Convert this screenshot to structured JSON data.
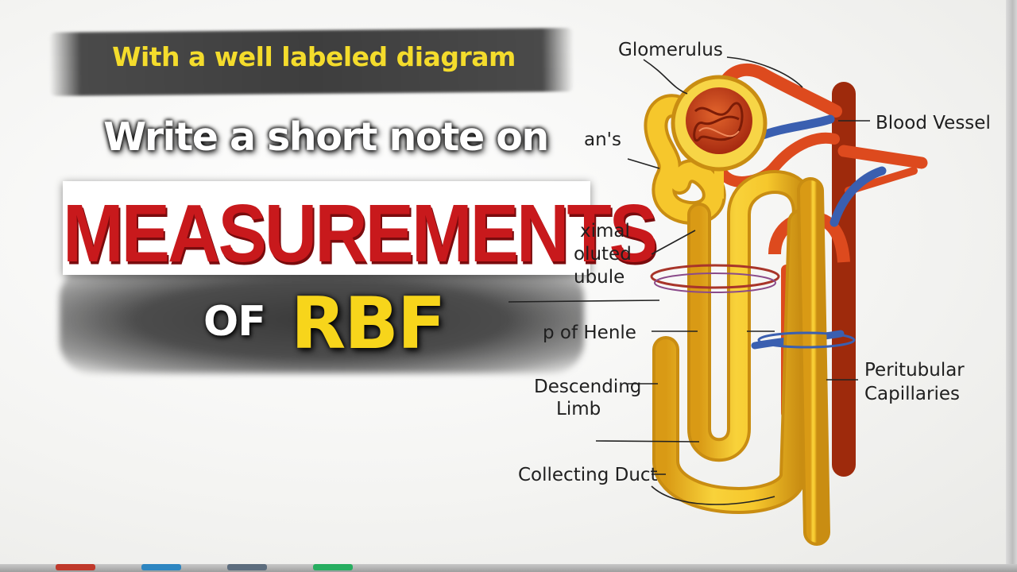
{
  "title": {
    "subtitle": "With a well labeled diagram",
    "line1": "Write a short note on",
    "line2": "MEASUREMENTS",
    "of_word": "OF",
    "rbf_word": "RBF"
  },
  "diagram": {
    "labels": {
      "glomerulus": "Glomerulus",
      "bowmans_partial": "an's",
      "blood_vessel": "Blood Vessel",
      "proximal_1": "ximal",
      "proximal_2": "oluted",
      "proximal_3": "ubule",
      "loop_of_henle": "p of Henle",
      "descending_1": "Descending",
      "descending_2": "Limb",
      "peritubular_1": "Peritubular",
      "peritubular_2": "Capillaries",
      "collecting_duct": "Collecting Duct"
    }
  },
  "colors": {
    "tubule": "#f3c52b",
    "tubule_edge": "#c98d12",
    "artery": "#dd4a1e",
    "vein": "#3a5fb0",
    "title_red": "#c8191c",
    "title_yellow": "#f4dc2c"
  }
}
